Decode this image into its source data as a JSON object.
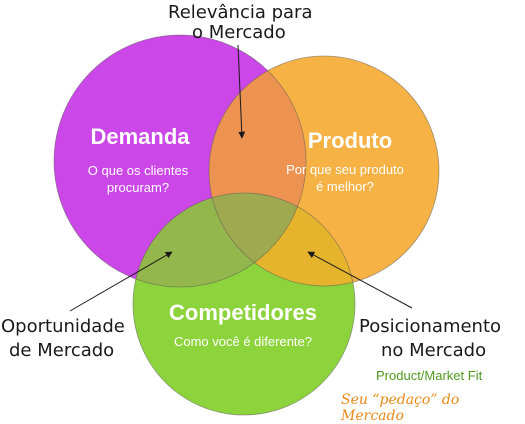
{
  "circles": {
    "demanda": {
      "title": "Demanda",
      "subtitle_line1": "O que os clientes",
      "subtitle_line2": "procuram?",
      "color": "#cc47e8"
    },
    "produto": {
      "title": "Produto",
      "subtitle_line1": "Por que seu produto",
      "subtitle_line2": "é melhor?",
      "color": "#f6b244"
    },
    "competidores": {
      "title": "Competidores",
      "subtitle_line1": "Como você é diferente?",
      "color": "#8dd43c"
    }
  },
  "overlap_colors": {
    "demanda_produto": "#ec9352",
    "demanda_competidores": "#93b74c",
    "produto_competidores": "#e6b42c",
    "center": "#9fa94f"
  },
  "annotations": {
    "top": {
      "line1": "Relevância para",
      "line2": "o Mercado"
    },
    "left": {
      "line1": "Oportunidade",
      "line2": "de Mercado"
    },
    "right": {
      "line1": "Posicionamento",
      "line2": "no Mercado"
    }
  },
  "footer": {
    "fit_label": "Product/Market Fit",
    "brand": "Seu “pedaço” do Mercado"
  }
}
